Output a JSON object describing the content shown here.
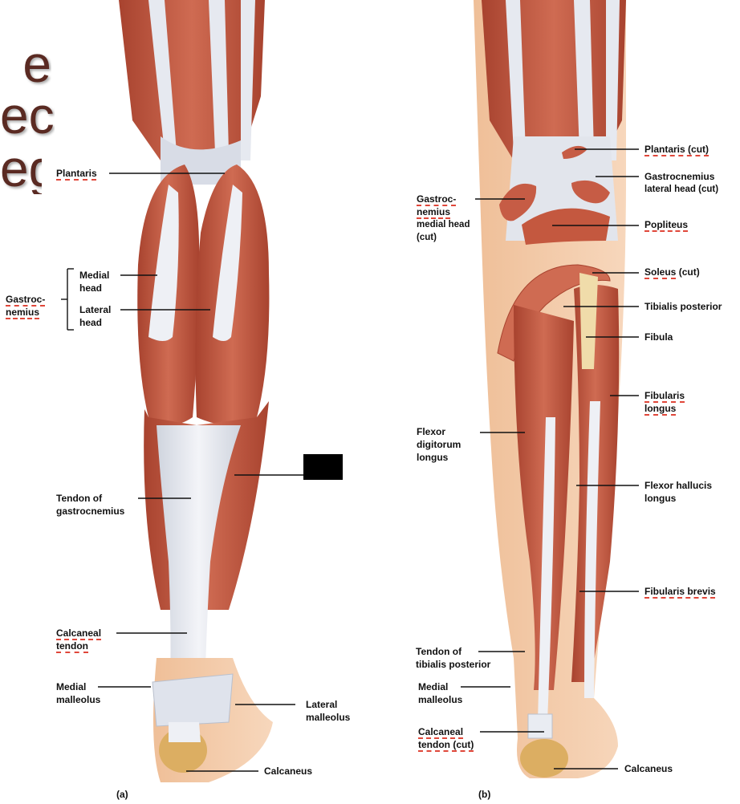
{
  "title_fragments": [
    "e",
    "ect",
    "eg"
  ],
  "panel_a": {
    "panel_label": "(a)",
    "labels": {
      "plantaris": "Plantaris",
      "gastrocnemius": "Gastroc-\nnemius",
      "medial_head": "Medial\nhead",
      "lateral_head": "Lateral\nhead",
      "tendon_gastrocnemius": "Tendon of\ngastrocnemius",
      "calcaneal_tendon": "Calcaneal\ntendon",
      "medial_malleolus": "Medial\nmalleolus",
      "lateral_malleolus": "Lateral\nmalleolus",
      "calcaneus": "Calcaneus"
    }
  },
  "panel_b": {
    "panel_label": "(b)",
    "labels": {
      "plantaris_cut": "Plantaris (cut)",
      "gastrocnemius_lateral_title": "Gastrocnemius",
      "gastrocnemius_lateral_sub": "lateral head (cut)",
      "gastrocnemius_medial_title": "Gastroc-\nnemius",
      "gastrocnemius_medial_sub": "medial head\n(cut)",
      "popliteus": "Popliteus",
      "soleus": "Soleus",
      "soleus_cut": " (cut)",
      "tibialis_posterior": "Tibialis posterior",
      "fibula": "Fibula",
      "fibularis_longus": "Fibularis\nlongus",
      "flexor_digitorum_longus": "Flexor\ndigitorum\nlongus",
      "flexor_hallucis_longus": "Flexor hallucis\nlongus",
      "fibularis_brevis": "Fibularis brevis",
      "tendon_tibialis_posterior": "Tendon of\ntibialis posterior",
      "medial_malleolus": "Medial\nmalleolus",
      "calcaneal_tendon_cut": "Calcaneal\ntendon (cut)",
      "calcaneus": "Calcaneus"
    }
  },
  "colors": {
    "skin": "#f4c9a6",
    "muscle": "#c8624a",
    "muscle_dark": "#a8432f",
    "tendon": "#e8eaf0",
    "bone": "#e9c98a",
    "title": "#5a2a22",
    "spellcheck": "#e0473a"
  }
}
